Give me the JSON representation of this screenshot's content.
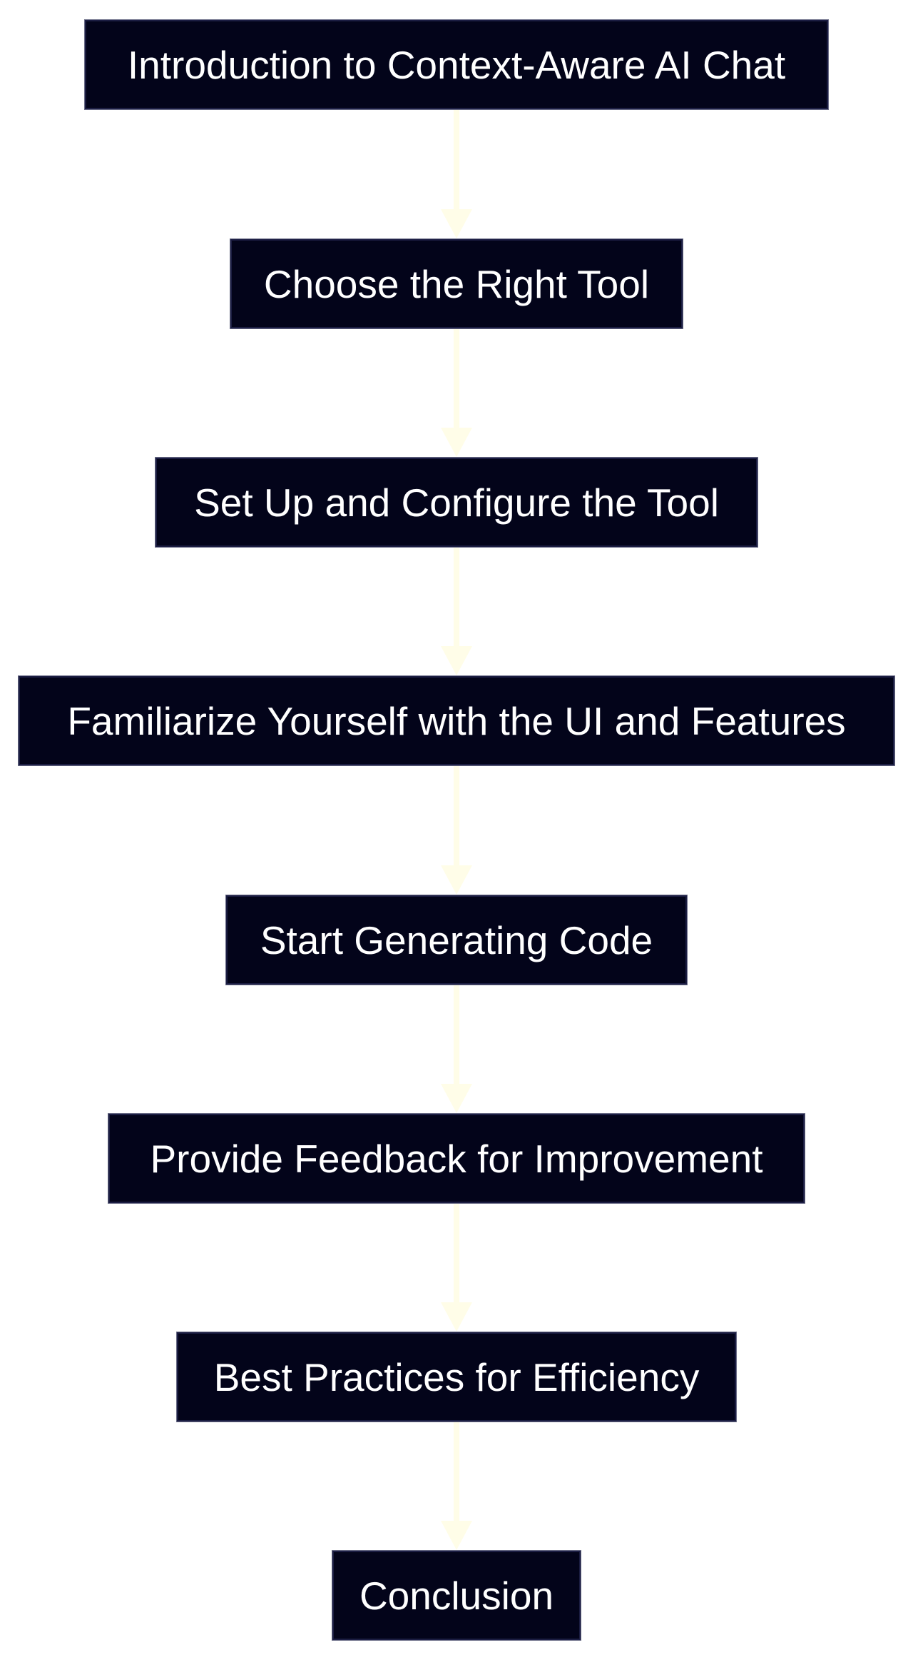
{
  "diagram": {
    "type": "flowchart",
    "direction": "top-down",
    "colors": {
      "node_fill": "#03041a",
      "node_border": "#1b1d42",
      "node_text": "#ffffff",
      "edge": "#fffde8",
      "background": "#ffffff"
    },
    "nodes": [
      {
        "label": "Introduction to Context-Aware AI Chat"
      },
      {
        "label": "Choose the Right Tool"
      },
      {
        "label": "Set Up and Configure the Tool"
      },
      {
        "label": "Familiarize Yourself with the UI and Features"
      },
      {
        "label": "Start Generating Code"
      },
      {
        "label": "Provide Feedback for Improvement"
      },
      {
        "label": "Best Practices for Efficiency"
      },
      {
        "label": "Conclusion"
      }
    ],
    "edges": [
      {
        "from": 0,
        "to": 1
      },
      {
        "from": 1,
        "to": 2
      },
      {
        "from": 2,
        "to": 3
      },
      {
        "from": 3,
        "to": 4
      },
      {
        "from": 4,
        "to": 5
      },
      {
        "from": 5,
        "to": 6
      },
      {
        "from": 6,
        "to": 7
      }
    ]
  }
}
